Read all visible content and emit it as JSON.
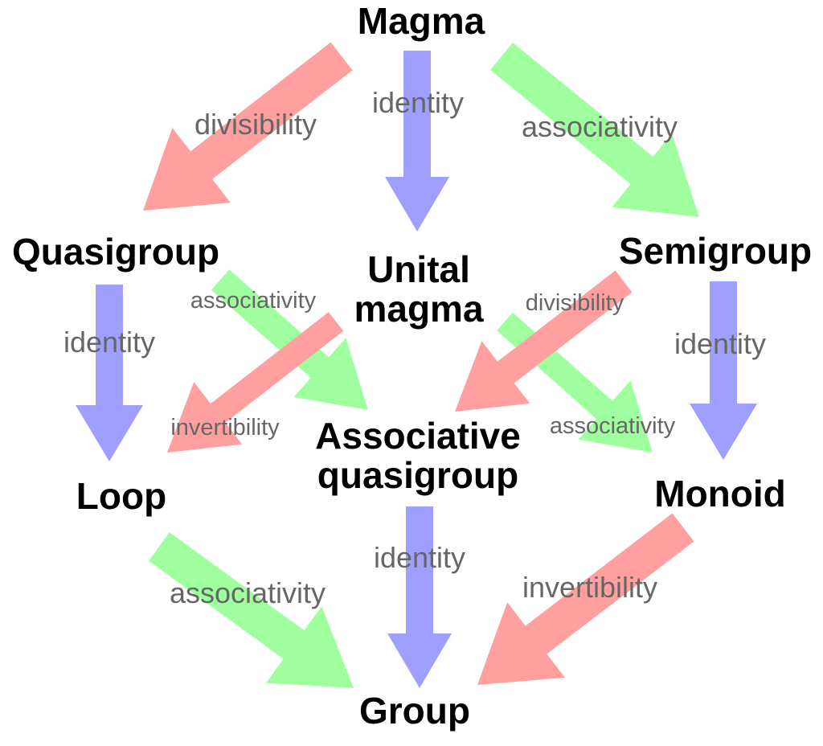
{
  "title": "Algebraic structures between magmas and groups",
  "colors": {
    "divisibility": "#ff9f9f",
    "identity": "#9f9fff",
    "associativity": "#9fff9f",
    "invertibility": "#ff9f9f",
    "node_text": "#000000",
    "edge_text": "#666666"
  },
  "nodes": [
    {
      "id": "magma",
      "lines": [
        "Magma"
      ]
    },
    {
      "id": "quasigroup",
      "lines": [
        "Quasigroup"
      ]
    },
    {
      "id": "unital_magma",
      "lines": [
        "Unital",
        "magma"
      ]
    },
    {
      "id": "semigroup",
      "lines": [
        "Semigroup"
      ]
    },
    {
      "id": "loop",
      "lines": [
        "Loop"
      ]
    },
    {
      "id": "associative_quasigroup",
      "lines": [
        "Associative",
        "quasigroup"
      ]
    },
    {
      "id": "monoid",
      "lines": [
        "Monoid"
      ]
    },
    {
      "id": "group",
      "lines": [
        "Group"
      ]
    }
  ],
  "edges": [
    {
      "from": "magma",
      "to": "quasigroup",
      "property": "divisibility",
      "label": "divisibility"
    },
    {
      "from": "magma",
      "to": "unital_magma",
      "property": "identity",
      "label": "identity"
    },
    {
      "from": "magma",
      "to": "semigroup",
      "property": "associativity",
      "label": "associativity"
    },
    {
      "from": "quasigroup",
      "to": "loop",
      "property": "identity",
      "label": "identity"
    },
    {
      "from": "quasigroup",
      "to": "associative_quasigroup",
      "property": "associativity",
      "label": "associativity"
    },
    {
      "from": "unital_magma",
      "to": "loop",
      "property": "invertibility",
      "label": "invertibility"
    },
    {
      "from": "unital_magma",
      "to": "monoid",
      "property": "associativity",
      "label": "associativity"
    },
    {
      "from": "semigroup",
      "to": "associative_quasigroup",
      "property": "divisibility",
      "label": "divisibility"
    },
    {
      "from": "semigroup",
      "to": "monoid",
      "property": "identity",
      "label": "identity"
    },
    {
      "from": "loop",
      "to": "group",
      "property": "associativity",
      "label": "associativity"
    },
    {
      "from": "associative_quasigroup",
      "to": "group",
      "property": "identity",
      "label": "identity"
    },
    {
      "from": "monoid",
      "to": "group",
      "property": "invertibility",
      "label": "invertibility"
    }
  ]
}
